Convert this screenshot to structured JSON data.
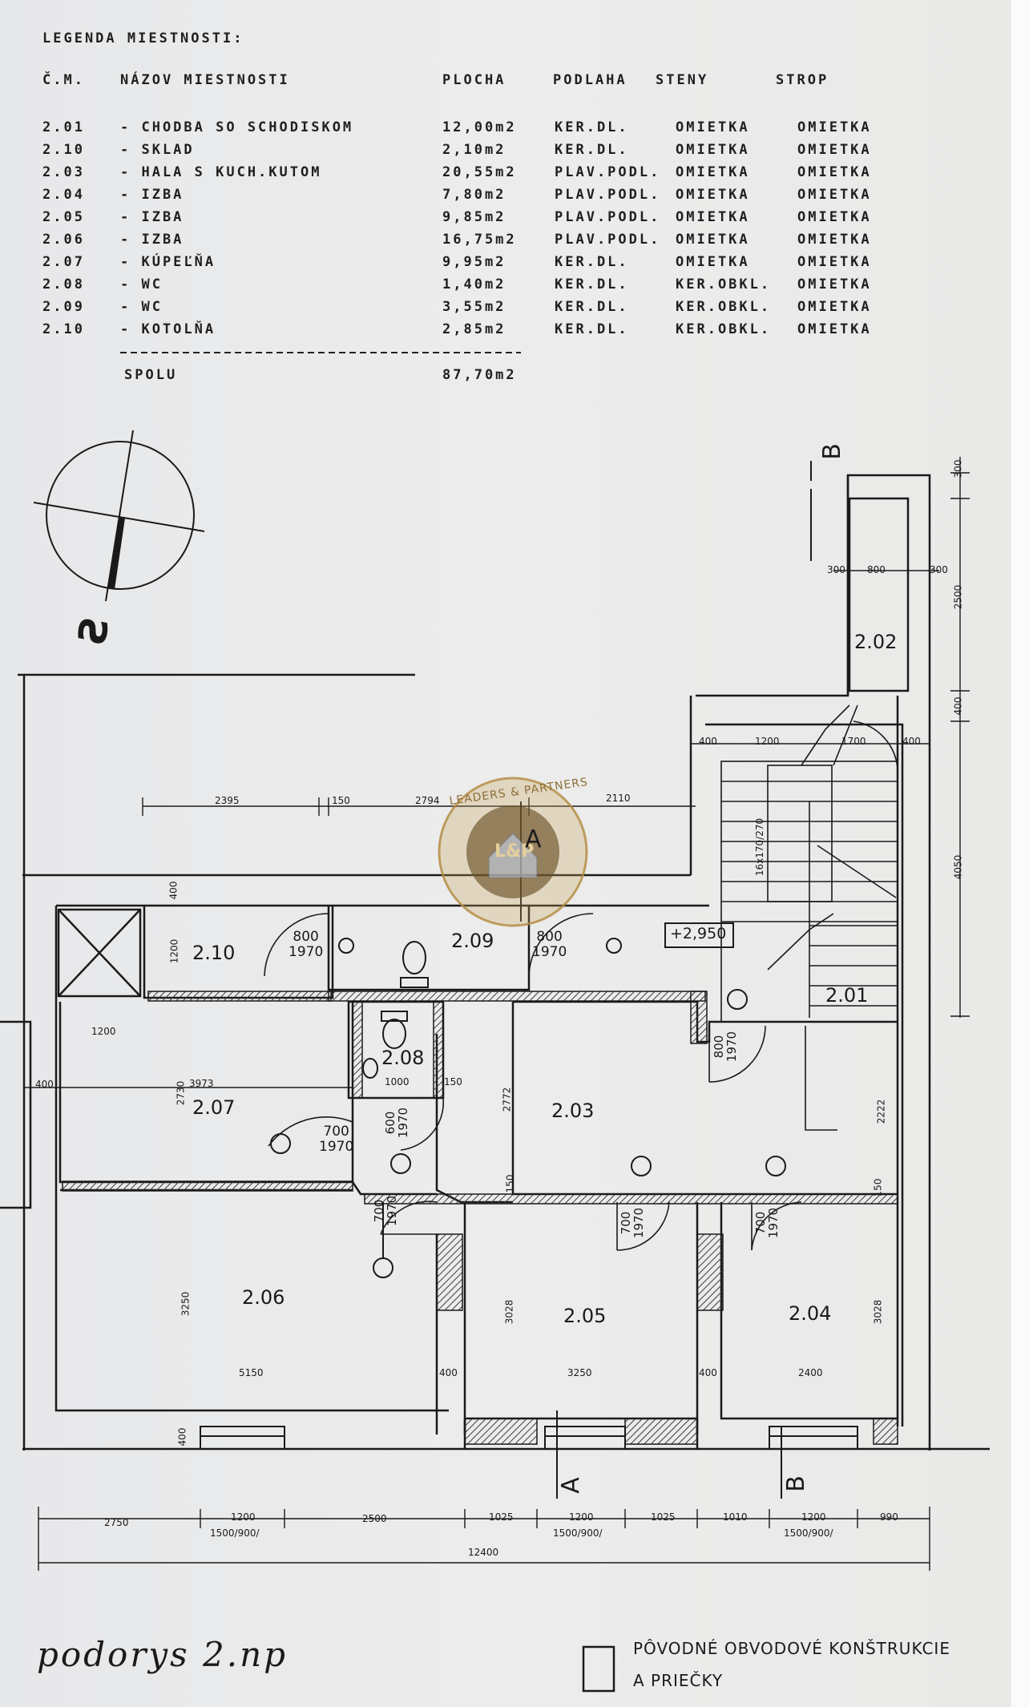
{
  "legend": {
    "title": "LEGENDA MIESTNOSTI:",
    "headers": {
      "number": "Č.M.",
      "name": "NÁZOV MIESTNOSTI",
      "area": "PLOCHA",
      "floor": "PODLAHA",
      "walls": "STENY",
      "ceiling": "STROP"
    },
    "rows": [
      {
        "no": "2.01",
        "name": "- CHODBA SO SCHODISKOM",
        "area": "12,00m2",
        "floor": "KER.DL.",
        "walls": "OMIETKA",
        "ceiling": "OMIETKA"
      },
      {
        "no": "2.10",
        "name": "- SKLAD",
        "area": "2,10m2",
        "floor": "KER.DL.",
        "walls": "OMIETKA",
        "ceiling": "OMIETKA"
      },
      {
        "no": "2.03",
        "name": "- HALA S KUCH.KUTOM",
        "area": "20,55m2",
        "floor": "PLAV.PODL.",
        "walls": "OMIETKA",
        "ceiling": "OMIETKA"
      },
      {
        "no": "2.04",
        "name": "- IZBA",
        "area": "7,80m2",
        "floor": "PLAV.PODL.",
        "walls": "OMIETKA",
        "ceiling": "OMIETKA"
      },
      {
        "no": "2.05",
        "name": "- IZBA",
        "area": "9,85m2",
        "floor": "PLAV.PODL.",
        "walls": "OMIETKA",
        "ceiling": "OMIETKA"
      },
      {
        "no": "2.06",
        "name": "- IZBA",
        "area": "16,75m2",
        "floor": "PLAV.PODL.",
        "walls": "OMIETKA",
        "ceiling": "OMIETKA"
      },
      {
        "no": "2.07",
        "name": "- KÚPEĽŇA",
        "area": "9,95m2",
        "floor": "KER.DL.",
        "walls": "OMIETKA",
        "ceiling": "OMIETKA"
      },
      {
        "no": "2.08",
        "name": "- WC",
        "area": "1,40m2",
        "floor": "KER.DL.",
        "walls": "KER.OBKL.",
        "ceiling": "OMIETKA"
      },
      {
        "no": "2.09",
        "name": "- WC",
        "area": "3,55m2",
        "floor": "KER.DL.",
        "walls": "KER.OBKL.",
        "ceiling": "OMIETKA"
      },
      {
        "no": "2.10",
        "name": "- KOTOLŇA",
        "area": "2,85m2",
        "floor": "KER.DL.",
        "walls": "KER.OBKL.",
        "ceiling": "OMIETKA"
      }
    ],
    "total_label": "SPOLU",
    "total_area": "87,70m2"
  },
  "north_mark": "S",
  "rooms": {
    "r201": "2.01",
    "r202": "2.02",
    "r203": "2.03",
    "r204": "2.04",
    "r205": "2.05",
    "r206": "2.06",
    "r207": "2.07",
    "r208": "2.08",
    "r209": "2.09",
    "r210": "2.10"
  },
  "level_mark": "+2,950",
  "doors": {
    "d210": {
      "w": "800",
      "h": "1970"
    },
    "d209": {
      "w": "800",
      "h": "1970"
    },
    "d207": {
      "w": "700",
      "h": "1970"
    },
    "d208": {
      "w": "600",
      "h": "1970"
    },
    "d201": {
      "w": "800",
      "h": "1970"
    },
    "d206": {
      "w": "700",
      "h": "1970"
    },
    "d205": {
      "w": "700",
      "h": "1970"
    },
    "d204": {
      "w": "700",
      "h": "1970"
    }
  },
  "dimensions": {
    "top_2395": "2395",
    "top_150": "150",
    "top_2794": "2794",
    "top_2110": "2110",
    "stair_400a": "400",
    "stair_1200": "1200",
    "stair_1700": "1700",
    "stair_400b": "400",
    "col_300a": "300",
    "col_800": "800",
    "col_300b": "300",
    "right_300": "300",
    "right_2500": "2500",
    "right_400": "400",
    "right_4050": "4050",
    "left_400": "400",
    "left_1200": "1200",
    "k_1200": "1200",
    "k_400": "400",
    "k_2730": "2730",
    "k_3973": "3973",
    "k_1000": "1000",
    "k_150": "150",
    "h_2772": "2772",
    "h_150": "150",
    "h_2222": "2222",
    "b_3250": "3250",
    "b_150": "150",
    "b_3028a": "3028",
    "b_3028b": "3028",
    "w_5150": "5150",
    "w_400a": "400",
    "w_3250": "3250",
    "w_400b": "400",
    "w_2400": "2400",
    "bot_400": "400",
    "stair_note": "16x170/270"
  },
  "sections": {
    "a_top": "A",
    "a_bottom": "A",
    "b_top": "B",
    "b_bottom": "B"
  },
  "bottom_dims": {
    "d1": "2750",
    "d2": "1200",
    "d2s": "1500/900/",
    "d3": "2500",
    "d4": "1025",
    "d5": "1200",
    "d5s": "1500/900/",
    "d6": "1025",
    "d7": "1010",
    "d8": "1200",
    "d8s": "1500/900/",
    "d9": "990",
    "total": "12400"
  },
  "plan_title": "podorys 2.np",
  "key_text": {
    "line1": "PÔVODNÉ OBVODOVÉ KONŠTRUKCIE",
    "line2": "A PRIEČKY"
  },
  "watermark": {
    "top": "LEADERS & PARTNERS",
    "logo": "L&P",
    "color": "#c9a35a"
  },
  "colors": {
    "ink": "#1a1a1a",
    "paper": "#ebebea",
    "hatch": "#3a3a3a"
  }
}
